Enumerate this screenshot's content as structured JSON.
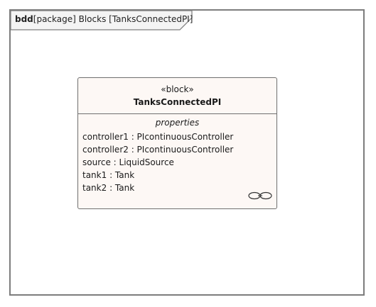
{
  "frame": {
    "kind": "bdd",
    "header_rest": "[package] Blocks [TanksConnectedPI]"
  },
  "block": {
    "stereotype": "«block»",
    "name": "TanksConnectedPI",
    "compartment_title": "properties",
    "properties": [
      "controller1 : PIcontinuousController",
      "controller2 : PIcontinuousController",
      "source : LiquidSource",
      "tank1 : Tank",
      "tank2 : Tank"
    ],
    "decoration_icon": "chain-link-icon"
  },
  "colors": {
    "frame_border": "#7d7d7d",
    "tab_fill": "#f4f4f4",
    "block_fill": "#fdf8f5",
    "block_border": "#6f6f6f"
  }
}
